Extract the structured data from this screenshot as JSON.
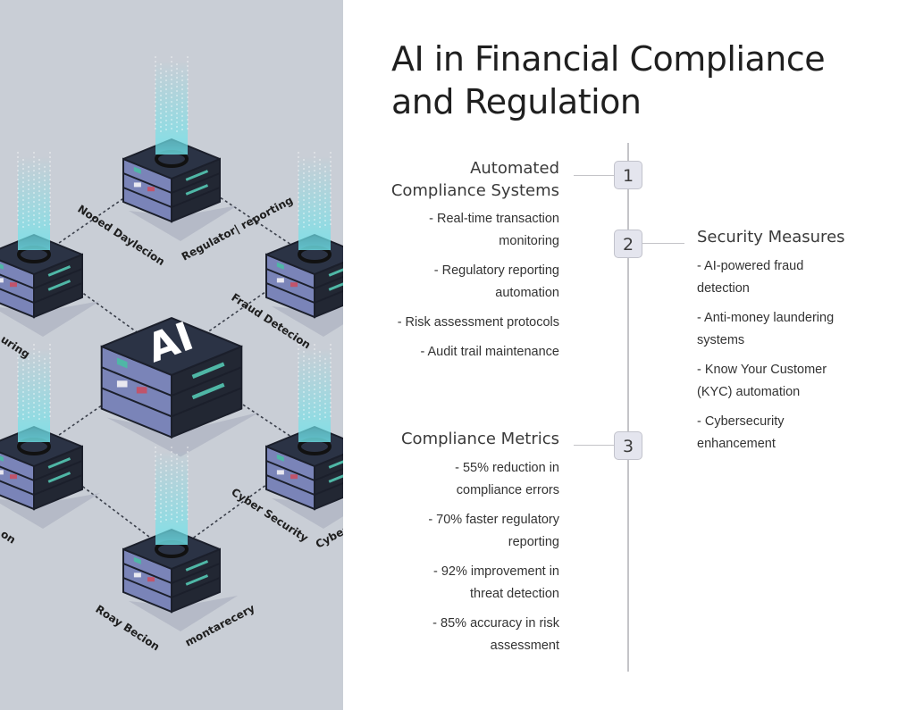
{
  "illustration": {
    "center_label": "AI",
    "node_labels": [
      "Nooed Daylecion",
      "Regulator| reporting",
      "Fraud Detecion",
      "uring",
      "Cyber Security",
      "Cyber",
      "on",
      "Roay Becion",
      "montarecery"
    ],
    "colors": {
      "background": "#c9ced6",
      "server_top": "#2b3345",
      "server_body": "#7a84b8",
      "glow": "#6fe3ea",
      "slot_teal": "#4fb7a6",
      "slot_red": "#c0546b"
    }
  },
  "title": "AI in Financial Compliance and Regulation",
  "timeline": {
    "markers": [
      "1",
      "2",
      "3"
    ],
    "sections": [
      {
        "title": "Automated Compliance Systems",
        "bullets": [
          "- Real-time transaction monitoring",
          "- Regulatory reporting automation",
          "- Risk assessment protocols",
          "- Audit trail maintenance"
        ]
      },
      {
        "title": "Security Measures",
        "bullets": [
          "- AI-powered fraud detection",
          "- Anti-money laundering systems",
          "- Know Your Customer (KYC) automation",
          "- Cybersecurity enhancement"
        ]
      },
      {
        "title": "Compliance Metrics",
        "bullets": [
          "- 55% reduction in compliance errors",
          "- 70% faster regulatory reporting",
          "- 92% improvement in threat detection",
          "- 85% accuracy in risk assessment"
        ]
      }
    ]
  }
}
